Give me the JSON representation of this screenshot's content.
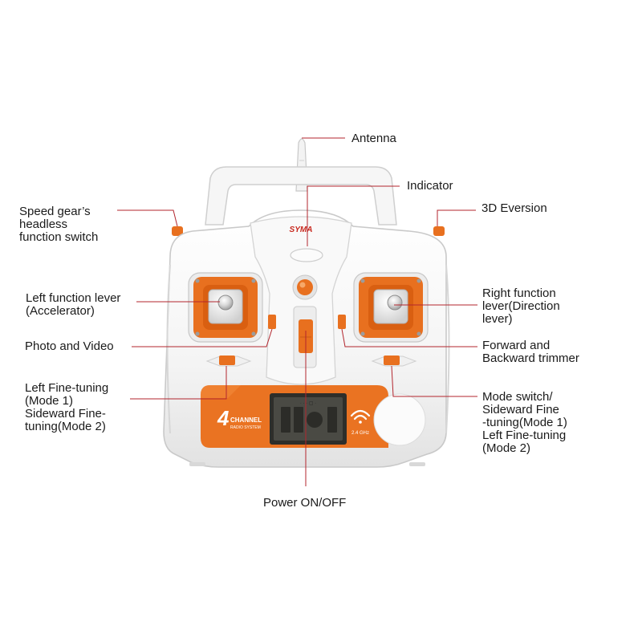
{
  "brand": {
    "logo_text": "SYMA",
    "channel_number": "4",
    "channel_word": "CHANNEL",
    "channel_sub": "RADIO SYSTEM",
    "frequency": "2.4 GHz"
  },
  "colors": {
    "accent_orange": "#e8701f",
    "leader_red": "#b3262e",
    "body_white": "#f7f7f7",
    "screen_dark": "#4a4a44"
  },
  "callouts": {
    "antenna": [
      "Antenna"
    ],
    "indicator": [
      "Indicator"
    ],
    "speed_gear": [
      "Speed gear’s",
      "headless",
      "function switch"
    ],
    "eversion_3d": [
      "3D Eversion"
    ],
    "left_lever": [
      "Left function lever",
      "(Accelerator)"
    ],
    "right_lever": [
      "Right function",
      "lever(Direction",
      "lever)"
    ],
    "photo_video": [
      "Photo and Video"
    ],
    "trimmer": [
      "Forward and",
      "Backward trimmer"
    ],
    "left_fine": [
      "Left Fine-tuning",
      "(Mode 1)",
      "Sideward Fine-",
      "tuning(Mode 2)"
    ],
    "mode_switch": [
      "Mode switch/",
      "Sideward Fine",
      "-tuning(Mode 1)",
      "Left Fine-tuning",
      "(Mode 2)"
    ],
    "power": [
      "Power ON/OFF"
    ]
  }
}
